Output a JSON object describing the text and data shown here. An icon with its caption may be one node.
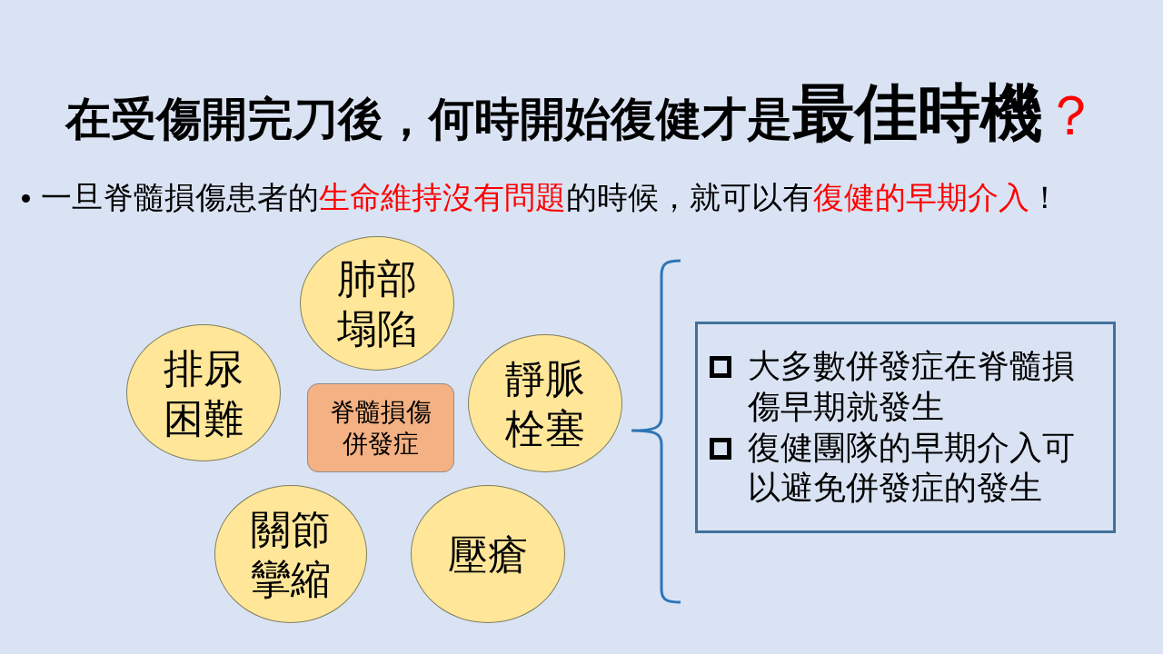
{
  "diagram": {
    "title": "在受傷開完刀後，何時開始復健才是**最佳時機？**",
    "nodes": [
      {
        "text": [
          "肺部塌陷"
        ]
      },
      {
        "text": [
          "排尿困難"
        ]
      },
      {
        "text": [
          "脊髓損傷併發症"
        ]
      },
      {
        "text": [
          "靜脈栓塞"
        ]
      },
      {
        "text": [
          "關節攣縮"
        ]
      },
      {
        "text": [
          "壓瘡"
        ]
      },
      {
        "text": [
          "大多數併發症在脊髓損傷早期就發生",
          "復健團隊的早期介入可以避免併發症的發生"
        ]
      }
    ],
    "labels": [
      "一旦脊髓損傷患者的**生命維持沒有問題**的時候，就可以有**復健的早期介入**！"
    ]
  }
}
